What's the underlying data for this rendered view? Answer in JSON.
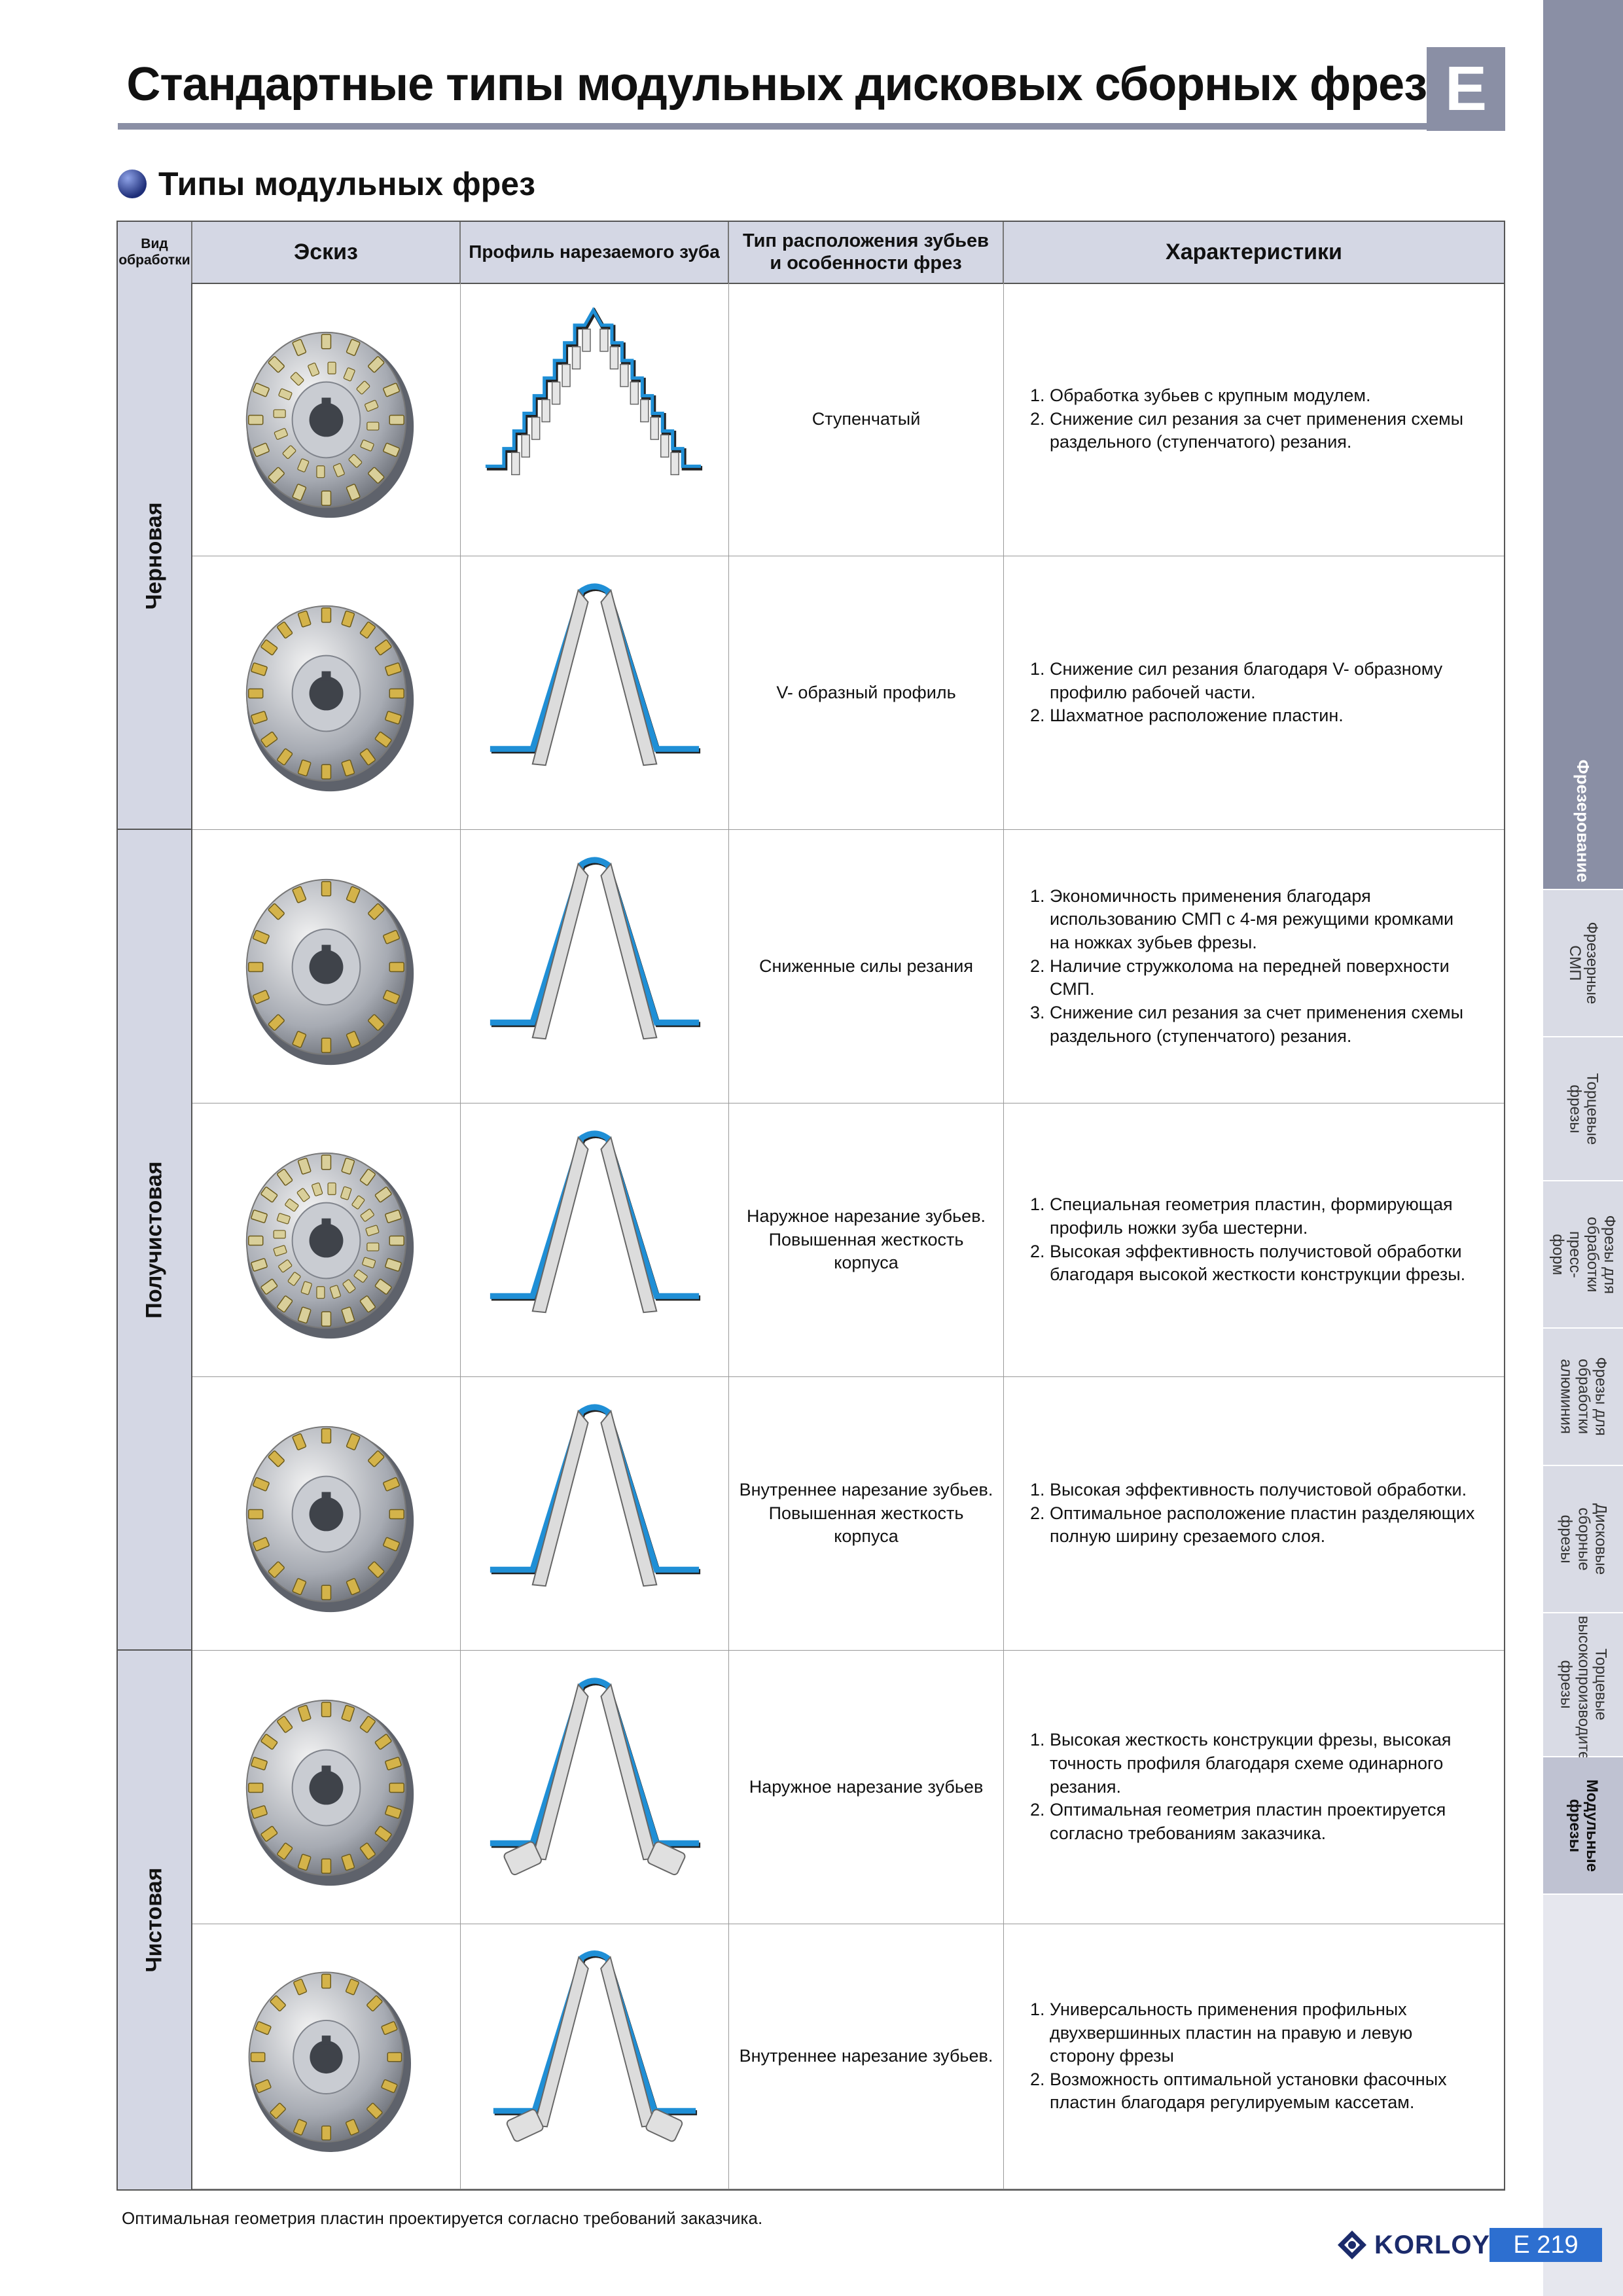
{
  "header": {
    "title": "Стандартные типы модульных дисковых сборных фрез",
    "section_letter": "E"
  },
  "section": {
    "title": "Типы модульных фрез"
  },
  "table": {
    "columns": {
      "processing_type": "Вид обработки",
      "sketch": "Эскиз",
      "profile": "Профиль нарезаемого зуба",
      "arrangement": "Тип расположения зубьев и особенности фрез",
      "characteristics": "Характеристики"
    },
    "groups": [
      {
        "label": "Черновая"
      },
      {
        "label": "Получистовая"
      },
      {
        "label": "Чистовая"
      }
    ],
    "rows": [
      {
        "type": "Ступенчатый",
        "features": [
          "1. Обработка зубьев с крупным модулем.",
          "2. Снижение сил резания за счет применения схемы раздельного (ступенчатого) резания."
        ]
      },
      {
        "type": "V- образный профиль",
        "features": [
          "1. Снижение сил резания благодаря V- образному профилю рабочей части.",
          "2. Шахматное расположение пластин."
        ]
      },
      {
        "type": "Сниженные силы резания",
        "features": [
          "1. Экономичность применения благодаря использованию СМП с 4-мя режущими кромками на ножках зубьев фрезы.",
          "2. Наличие стружколома на передней поверхности СМП.",
          "3. Снижение сил резания за счет применения схемы раздельного (ступенчатого) резания."
        ]
      },
      {
        "type": "Наружное нарезание зубьев. Повышенная жесткость корпуса",
        "features": [
          "1. Специальная геометрия пластин, формирующая профиль ножки зуба шестерни.",
          "2. Высокая эффективность получистовой обработки благодаря высокой жесткости конструкции фрезы."
        ]
      },
      {
        "type": "Внутреннее нарезание зубьев. Повышенная жесткость корпуса",
        "features": [
          "1. Высокая эффективность получистовой обработки.",
          "2. Оптимальное расположение пластин разделяющих полную ширину срезаемого слоя."
        ]
      },
      {
        "type": "Наружное нарезание зубьев",
        "features": [
          "1. Высокая жесткость конструкции фрезы, высокая точность профиля благодаря схеме одинарного резания.",
          "2. Оптимальная геометрия пластин проектируется согласно требованиям заказчика."
        ]
      },
      {
        "type": "Внутреннее нарезание зубьев.",
        "features": [
          "1. Универсальность применения профильных двухвершинных пластин на правую и левую сторону фрезы",
          "2. Возможность оптимальной установки фасочных пластин благодаря регулируемым кассетам."
        ]
      }
    ]
  },
  "sidebar": {
    "tabs": [
      {
        "label": "Фрезерование",
        "state": "active"
      },
      {
        "label": "Фрезерные СМП",
        "state": "normal"
      },
      {
        "label": "Торцевые фрезы",
        "state": "normal"
      },
      {
        "label": "Фрезы для обработки пресс-форм",
        "state": "normal"
      },
      {
        "label": "Фрезы для обработки алюминия",
        "state": "normal"
      },
      {
        "label": "Дисковые сборные фрезы",
        "state": "normal"
      },
      {
        "label": "Торцевые высокопроизводительные фрезы",
        "state": "normal"
      },
      {
        "label": "Модульные фрезы",
        "state": "selected"
      }
    ]
  },
  "footer": {
    "note": "Оптимальная геометрия пластин проектируется согласно требований заказчика.",
    "logo_text": "KORLOY",
    "page_number": "E 219"
  },
  "colors": {
    "accent_gray": "#8a8fa5",
    "header_fill": "#d4d7e4",
    "profile_blue": "#1f8fd6",
    "page_badge": "#2d6fd0"
  }
}
